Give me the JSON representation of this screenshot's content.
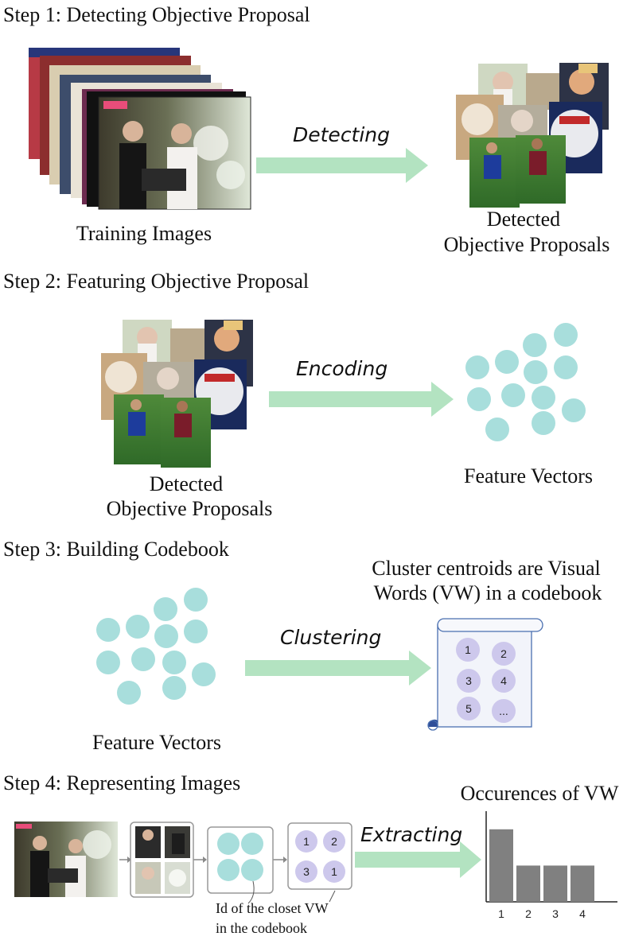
{
  "steps": {
    "step1": "Step 1: Detecting Objective Proposal",
    "step2": "Step 2: Featuring Objective Proposal",
    "step3": "Step 3: Building Codebook",
    "step4": "Step 4: Representing Images"
  },
  "captions": {
    "training_images": "Training Images",
    "detected_line1": "Detected",
    "detected_line2": "Objective Proposals",
    "feature_vectors": "Feature Vectors",
    "codebook_line1": "Cluster centroids are Visual",
    "codebook_line2": "Words (VW) in a codebook",
    "occurrences": "Occurences of VW",
    "closest_line1": "Id of the closet VW",
    "closest_line2": "in the codebook"
  },
  "arrows": {
    "detecting": "Detecting",
    "encoding": "Encoding",
    "clustering": "Clustering",
    "extracting": "Extracting"
  },
  "codebook_words": [
    "1",
    "2",
    "3",
    "4",
    "5",
    "..."
  ],
  "closest_ids": [
    "1",
    "2",
    "3",
    "1"
  ],
  "colors": {
    "feature": "#a8dedc",
    "word": "#cdc8ec",
    "arrow": "#b3e3c1",
    "bar": "#808080",
    "scroll_border": "#4a6fb0"
  },
  "chart_data": {
    "type": "bar",
    "title": "Occurences of VW",
    "categories": [
      "1",
      "2",
      "3",
      "4"
    ],
    "values": [
      4,
      2,
      2,
      2
    ],
    "ylim": [
      0,
      5
    ]
  }
}
